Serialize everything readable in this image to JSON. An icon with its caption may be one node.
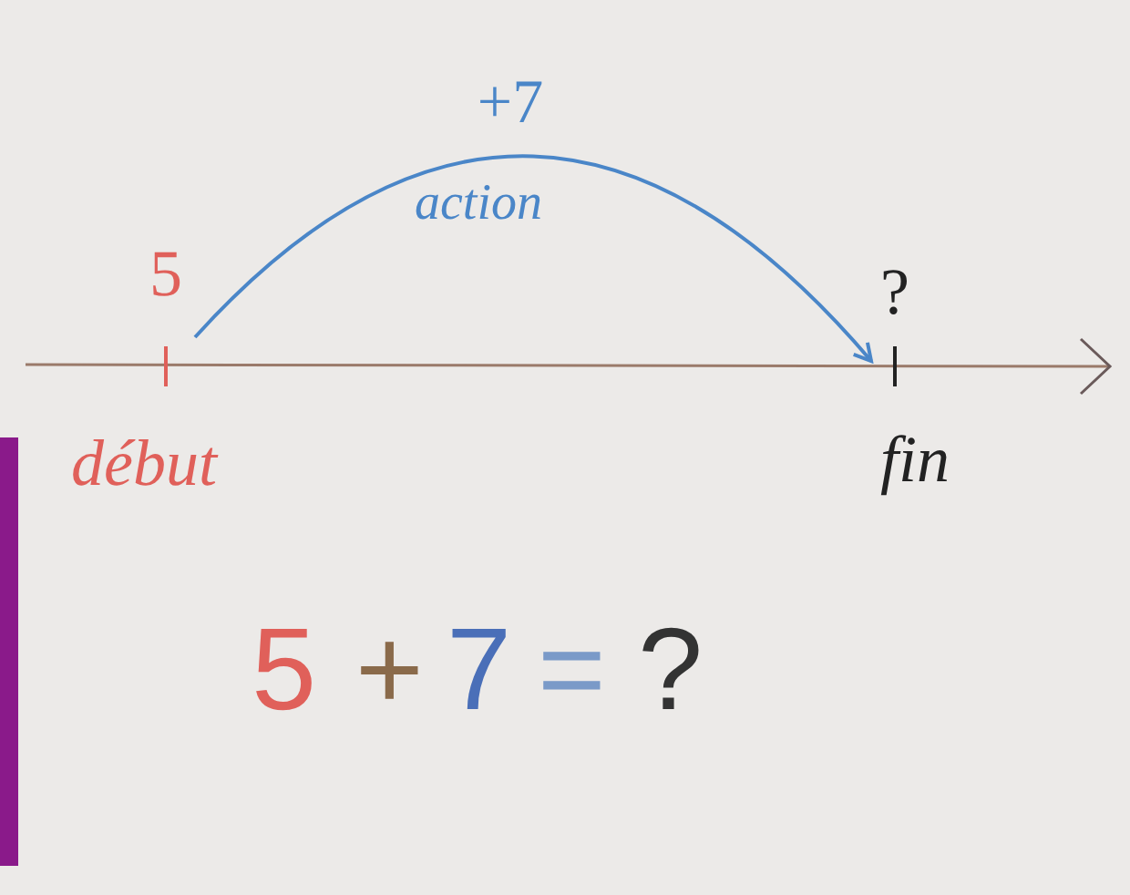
{
  "diagram": {
    "nodes": [
      {
        "text": [
          "5"
        ],
        "beside": [
          "début"
        ]
      },
      {
        "text": [
          "?"
        ],
        "beside": [
          "fin"
        ]
      }
    ],
    "edges": [
      {
        "from": 0,
        "to": 1,
        "arrow": "to",
        "label": "+7",
        "color": "#4a86c8"
      }
    ],
    "labels": [
      "action",
      "5",
      "+",
      "7",
      "=",
      "?"
    ]
  }
}
